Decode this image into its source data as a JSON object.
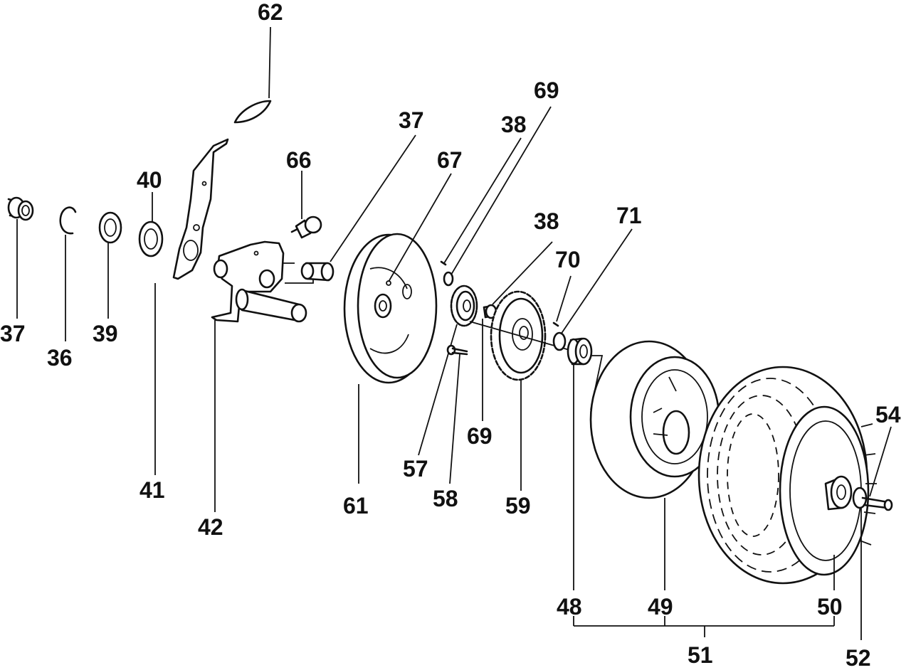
{
  "labels": {
    "l37a": "37",
    "l36": "36",
    "l39": "39",
    "l40": "40",
    "l41": "41",
    "l42": "42",
    "l62": "62",
    "l66": "66",
    "l37b": "37",
    "l67": "67",
    "l38a": "38",
    "l69a": "69",
    "l38b": "38",
    "l70": "70",
    "l71": "71",
    "l61": "61",
    "l57": "57",
    "l58": "58",
    "l69b": "69",
    "l59": "59",
    "l48": "48",
    "l49": "49",
    "l50": "50",
    "l51": "51",
    "l52": "52",
    "l54": "54"
  }
}
